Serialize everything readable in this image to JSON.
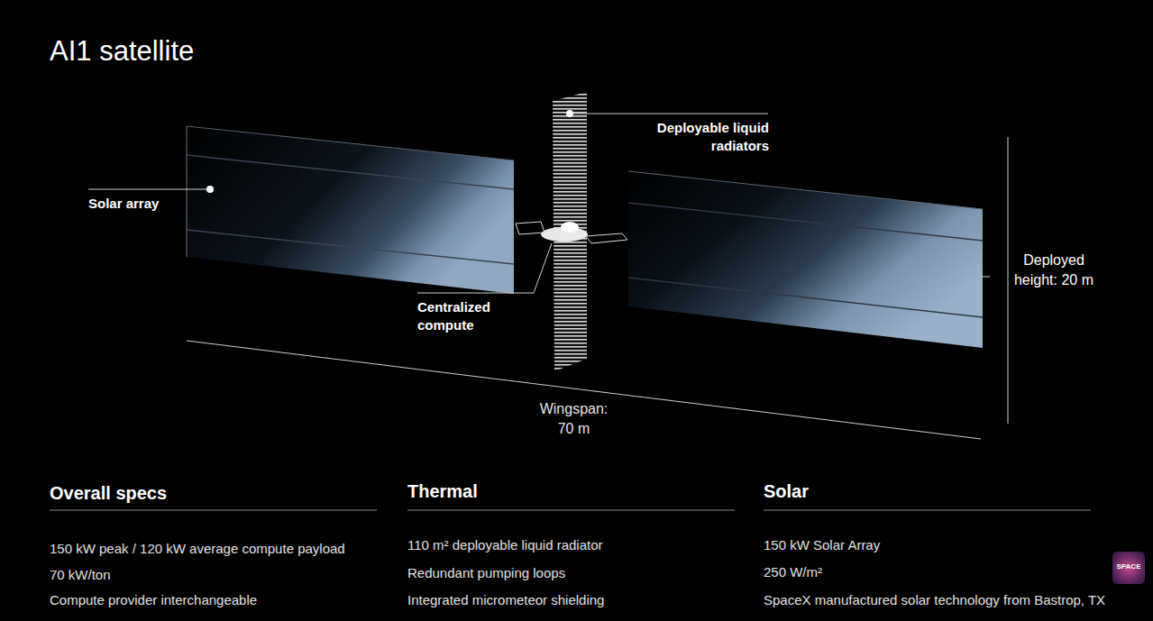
{
  "diagram": {
    "title": "AI1 satellite",
    "labels": [
      "Solar array",
      "Deployable liquid radiators",
      "Centralized compute",
      "Deployed height: 20 m",
      "Wingspan: 70 m",
      "Overall specs",
      "150 kW peak / 120 kW average compute payload",
      "70 kW/ton",
      "Compute provider interchangeable",
      "Thermal",
      "110 m² deployable liquid radiator",
      "Redundant pumping loops",
      "Integrated micrometeor shielding",
      "Solar",
      "150 kW Solar Array",
      "250 W/m²",
      "SpaceX manufactured solar technology from Bastrop, TX",
      "SPACE"
    ]
  }
}
